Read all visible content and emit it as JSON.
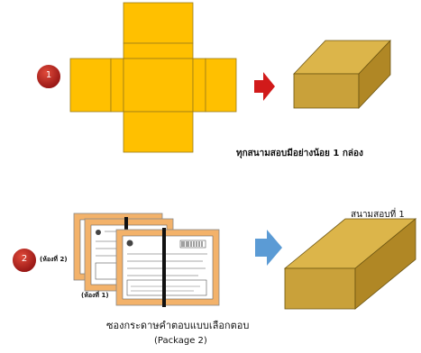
{
  "steps": [
    {
      "number": "1",
      "caption": "ทุกสนามสอบมีอย่างน้อย 1 กล่อง"
    },
    {
      "number": "2",
      "room_label_left": "(ห้องที่ 2)",
      "room_label_bottom": "(ห้องที่ 1)",
      "box_label": "สนามสอบที่ 1",
      "caption_line1": "ซองกระดาษคำตอบแบบเลือกตอบ",
      "caption_line2": "(Package 2)"
    }
  ],
  "colors": {
    "step_badge": "#b22222",
    "net_fill": "#ffc000",
    "box_front": "#c9a13a",
    "red_arrow": "#d11a1a",
    "blue_arrow": "#5b9bd5",
    "envelope": "#f3b26a"
  }
}
